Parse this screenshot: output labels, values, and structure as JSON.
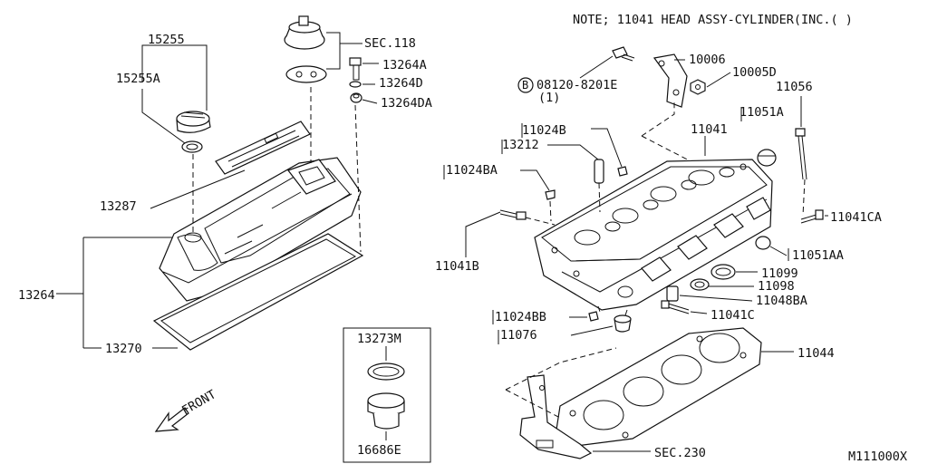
{
  "note": "NOTE; 11041 HEAD  ASSY-CYLINDER(INC.(   )",
  "diagram_id": "M111000X",
  "front_label": "FRONT",
  "bolt_symbol": "B",
  "labels": {
    "p15255": "15255",
    "p15255a": "15255A",
    "sec118": "SEC.118",
    "p13264a": "13264A",
    "p13264d": "13264D",
    "p13264da": "13264DA",
    "p13287": "13287",
    "p13264": "13264",
    "p13270": "13270",
    "p13273m": "13273M",
    "p16686e": "16686E",
    "p10006": "10006",
    "p10005d": "10005D",
    "p08120": "08120-8201E",
    "p08120qty": "(1)",
    "p11056": "11056",
    "p11024b": "11024B",
    "p11041": "11041",
    "p11051a": "11051A",
    "p13212": "13212",
    "p11024ba": "11024BA",
    "p11041ca": "11041CA",
    "p11041b": "11041B",
    "p11051aa": "11051AA",
    "p11099": "11099",
    "p11098": "11098",
    "p11048ba": "11048BA",
    "p11041c": "11041C",
    "p11024bb": "11024BB",
    "p11076": "11076",
    "p11044": "11044",
    "sec230": "SEC.230"
  }
}
